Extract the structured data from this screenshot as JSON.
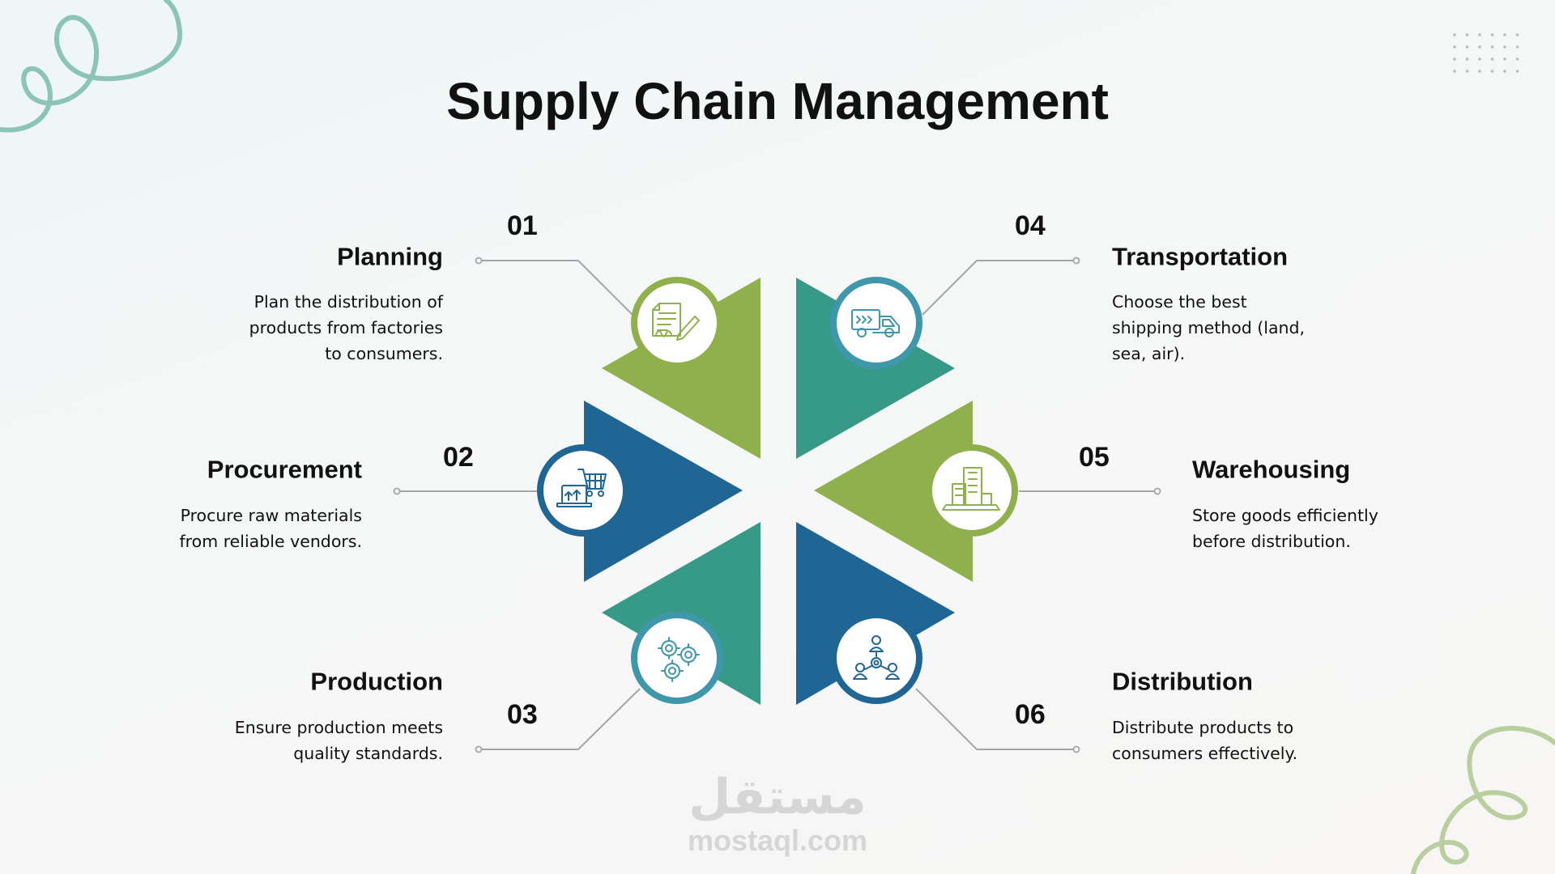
{
  "title": "Supply Chain Management",
  "colors": {
    "green": "#8fb04c",
    "teal": "#379a88",
    "blue": "#1f6694",
    "ring_teal": "#3f97ab"
  },
  "steps": [
    {
      "number": "01",
      "heading": "Planning",
      "description": "Plan the distribution of products from factories to consumers.",
      "lines": [
        "Plan the distribution of",
        "products from factories",
        "to consumers."
      ],
      "icon": "document-pencil-icon"
    },
    {
      "number": "02",
      "heading": "Procurement",
      "description": "Procure raw materials from reliable vendors.",
      "lines": [
        "Procure raw materials",
        "from reliable vendors."
      ],
      "icon": "laptop-cart-icon"
    },
    {
      "number": "03",
      "heading": "Production",
      "description": "Ensure production meets quality standards.",
      "lines": [
        "Ensure production meets",
        "quality standards."
      ],
      "icon": "gears-icon"
    },
    {
      "number": "04",
      "heading": "Transportation",
      "description": "Choose the best shipping method (land, sea, air).",
      "lines": [
        "Choose the best",
        "shipping method (land,",
        "sea, air)."
      ],
      "icon": "delivery-truck-icon"
    },
    {
      "number": "05",
      "heading": "Warehousing",
      "description": "Store goods efficiently before distribution.",
      "lines": [
        "Store goods efficiently",
        "before distribution."
      ],
      "icon": "warehouse-building-icon"
    },
    {
      "number": "06",
      "heading": "Distribution",
      "description": "Distribute products to consumers effectively.",
      "lines": [
        "Distribute products to",
        "consumers effectively."
      ],
      "icon": "people-network-icon"
    }
  ],
  "watermark": {
    "arabic": "مستقل",
    "latin": "mostaql.com"
  }
}
